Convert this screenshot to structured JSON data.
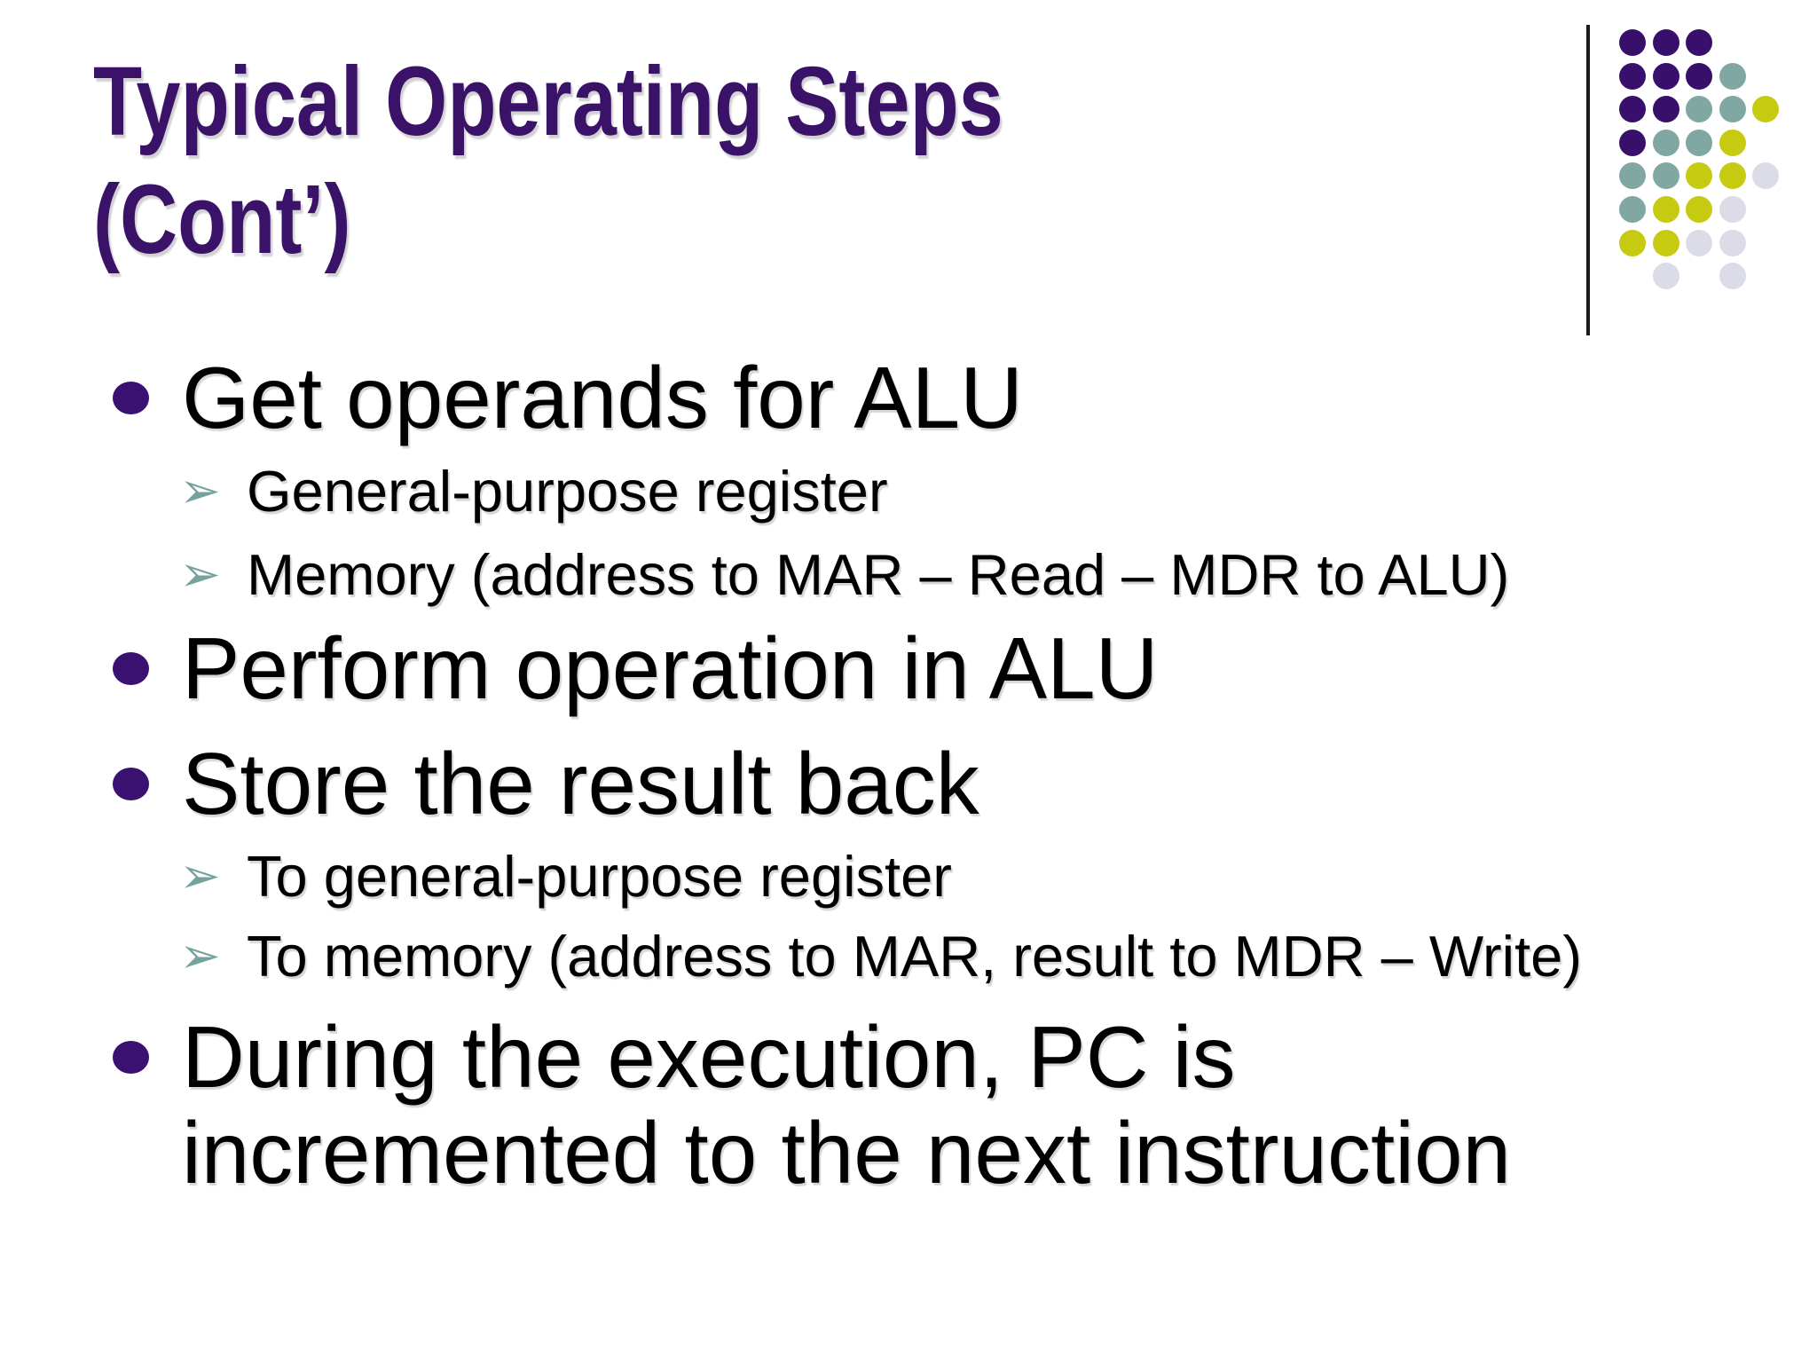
{
  "title": {
    "line1": "Typical Operating Steps",
    "line2": "(Cont’)"
  },
  "content": [
    {
      "level": 1,
      "text": "Get operands for ALU"
    },
    {
      "level": 2,
      "text": "General-purpose register"
    },
    {
      "level": 2,
      "text": "Memory (address to MAR – Read – MDR to ALU)"
    },
    {
      "level": 1,
      "text": "Perform operation in ALU"
    },
    {
      "level": 1,
      "text": "Store the result back"
    },
    {
      "level": 2,
      "text": "To general-purpose register"
    },
    {
      "level": 2,
      "text": "To memory (address to MAR, result to MDR – Write)"
    },
    {
      "level": 1,
      "text": "During the execution, PC is incremented to the next instruction"
    }
  ],
  "icons": {
    "level1_bullet": "filled-circle",
    "level2_bullet": "➢"
  },
  "colors": {
    "title": "#3A1268",
    "bullet": "#3A1070",
    "arrow": "#74A29E",
    "purple": "#38106B",
    "teal": "#80A7A2",
    "olive": "#C6CB11",
    "lavender": "#DCDBE8"
  },
  "decor": {
    "dots": [
      {
        "r": 1,
        "c": 1,
        "k": "purple"
      },
      {
        "r": 1,
        "c": 2,
        "k": "purple"
      },
      {
        "r": 1,
        "c": 3,
        "k": "purple"
      },
      {
        "r": 2,
        "c": 1,
        "k": "purple"
      },
      {
        "r": 2,
        "c": 2,
        "k": "purple"
      },
      {
        "r": 2,
        "c": 3,
        "k": "purple"
      },
      {
        "r": 2,
        "c": 4,
        "k": "teal"
      },
      {
        "r": 3,
        "c": 1,
        "k": "purple"
      },
      {
        "r": 3,
        "c": 2,
        "k": "purple"
      },
      {
        "r": 3,
        "c": 3,
        "k": "teal"
      },
      {
        "r": 3,
        "c": 4,
        "k": "teal"
      },
      {
        "r": 3,
        "c": 5,
        "k": "olive"
      },
      {
        "r": 4,
        "c": 1,
        "k": "purple"
      },
      {
        "r": 4,
        "c": 2,
        "k": "teal"
      },
      {
        "r": 4,
        "c": 3,
        "k": "teal"
      },
      {
        "r": 4,
        "c": 4,
        "k": "olive"
      },
      {
        "r": 5,
        "c": 1,
        "k": "teal"
      },
      {
        "r": 5,
        "c": 2,
        "k": "teal"
      },
      {
        "r": 5,
        "c": 3,
        "k": "olive"
      },
      {
        "r": 5,
        "c": 4,
        "k": "olive"
      },
      {
        "r": 5,
        "c": 5,
        "k": "lavender"
      },
      {
        "r": 6,
        "c": 1,
        "k": "teal"
      },
      {
        "r": 6,
        "c": 2,
        "k": "olive"
      },
      {
        "r": 6,
        "c": 3,
        "k": "olive"
      },
      {
        "r": 6,
        "c": 4,
        "k": "lavender"
      },
      {
        "r": 7,
        "c": 1,
        "k": "olive"
      },
      {
        "r": 7,
        "c": 2,
        "k": "olive"
      },
      {
        "r": 7,
        "c": 3,
        "k": "lavender"
      },
      {
        "r": 7,
        "c": 4,
        "k": "lavender"
      },
      {
        "r": 8,
        "c": 2,
        "k": "lavender"
      },
      {
        "r": 8,
        "c": 4,
        "k": "lavender"
      }
    ]
  }
}
